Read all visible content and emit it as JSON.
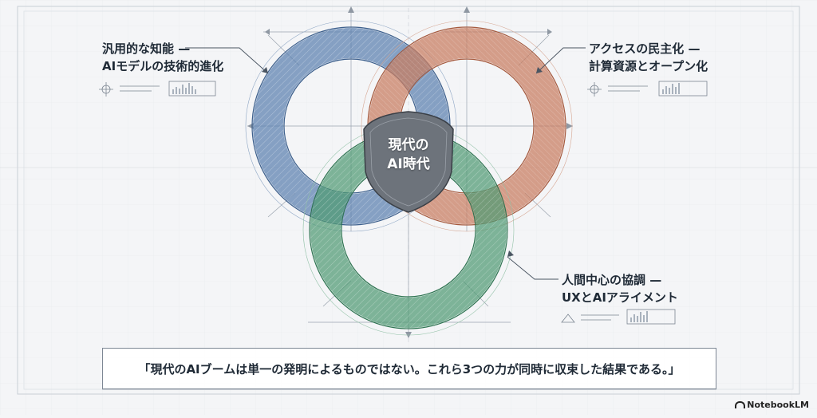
{
  "diagram": {
    "center_label": [
      "現代の",
      "AI時代"
    ],
    "rings": [
      {
        "id": "blue",
        "lines": [
          "汎用的な知能 —",
          "AIモデルの技術的進化"
        ],
        "color": "#5a7fae"
      },
      {
        "id": "orange",
        "lines": [
          "アクセスの民主化 —",
          "計算資源とオープン化"
        ],
        "color": "#c77b5e"
      },
      {
        "id": "green",
        "lines": [
          "人間中心の協調 —",
          "UXとAIアライメント"
        ],
        "color": "#4f9a73"
      }
    ],
    "quote": "「現代のAIブームは単一の発明によるものではない。これら3つの力が同時に収束した結果である。」"
  },
  "branding": {
    "name": "NotebookLM"
  }
}
